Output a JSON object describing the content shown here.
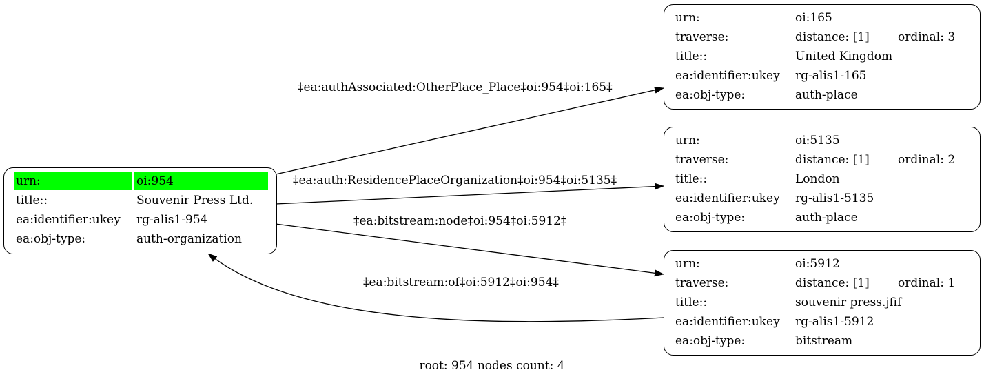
{
  "nodes": {
    "root": {
      "rows": [
        {
          "key": "urn:",
          "value": "oi:954",
          "highlight": true
        },
        {
          "key": "title::",
          "value": "Souvenir Press Ltd."
        },
        {
          "key": "ea:identifier:ukey",
          "value": "rg-alis1-954"
        },
        {
          "key": "ea:obj-type:",
          "value": "auth-organization"
        }
      ]
    },
    "n165": {
      "rows": [
        {
          "key": "urn:",
          "value": "oi:165"
        },
        {
          "key": "traverse:",
          "value": "distance: [1]",
          "extra": "ordinal: 3"
        },
        {
          "key": "title::",
          "value": "United Kingdom"
        },
        {
          "key": "ea:identifier:ukey",
          "value": "rg-alis1-165"
        },
        {
          "key": "ea:obj-type:",
          "value": "auth-place"
        }
      ]
    },
    "n5135": {
      "rows": [
        {
          "key": "urn:",
          "value": "oi:5135"
        },
        {
          "key": "traverse:",
          "value": "distance: [1]",
          "extra": "ordinal: 2"
        },
        {
          "key": "title::",
          "value": "London"
        },
        {
          "key": "ea:identifier:ukey",
          "value": "rg-alis1-5135"
        },
        {
          "key": "ea:obj-type:",
          "value": "auth-place"
        }
      ]
    },
    "n5912": {
      "rows": [
        {
          "key": "urn:",
          "value": "oi:5912"
        },
        {
          "key": "traverse:",
          "value": "distance: [1]",
          "extra": "ordinal: 1"
        },
        {
          "key": "title::",
          "value": "souvenir press.jfif"
        },
        {
          "key": "ea:identifier:ukey",
          "value": "rg-alis1-5912"
        },
        {
          "key": "ea:obj-type:",
          "value": "bitstream"
        }
      ]
    }
  },
  "edges": [
    {
      "label": "‡ea:authAssociated:OtherPlace_Place‡oi:954‡oi:165‡",
      "from": "oi:954",
      "to": "oi:165"
    },
    {
      "label": "‡ea:auth:ResidencePlaceOrganization‡oi:954‡oi:5135‡",
      "from": "oi:954",
      "to": "oi:5135"
    },
    {
      "label": "‡ea:bitstream:node‡oi:954‡oi:5912‡",
      "from": "oi:954",
      "to": "oi:5912"
    },
    {
      "label": "‡ea:bitstream:of‡oi:5912‡oi:954‡",
      "from": "oi:5912",
      "to": "oi:954"
    }
  ],
  "footer": "root: 954 nodes count: 4",
  "colors": {
    "highlight": "#00ff00",
    "stroke": "#000000",
    "background": "#ffffff"
  }
}
